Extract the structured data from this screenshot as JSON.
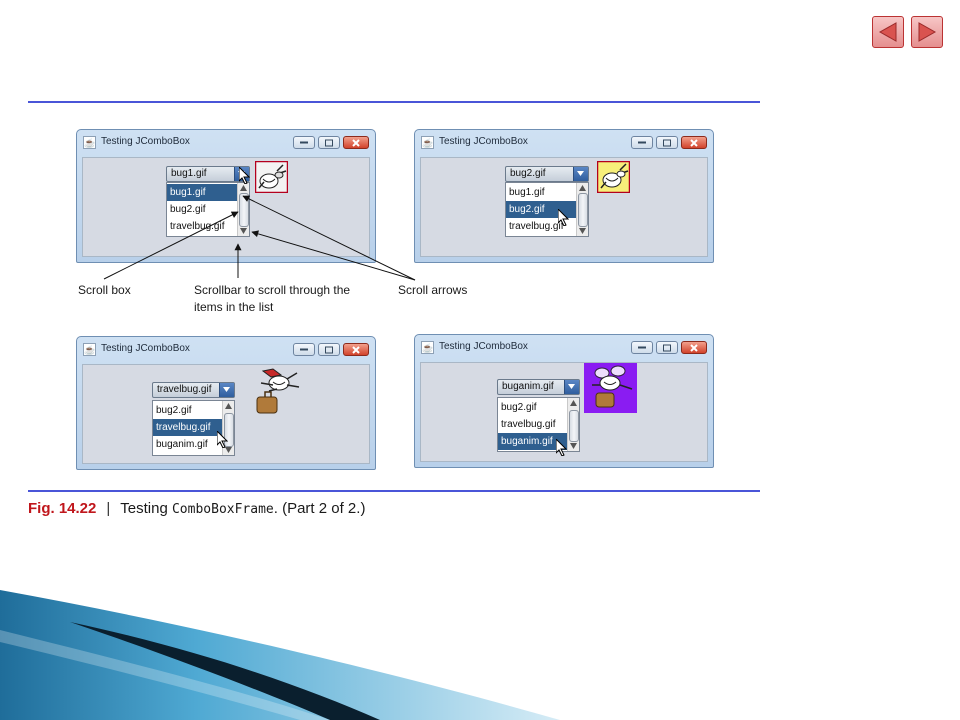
{
  "nav": {
    "prev_icon": "triangle-left-icon",
    "next_icon": "triangle-right-icon",
    "color": "#e58f8f"
  },
  "windows": [
    {
      "title": "Testing JComboBox",
      "selected": "bug1.gif",
      "items": [
        "bug1.gif",
        "bug2.gif",
        "travelbug.gif"
      ],
      "highlighted": "bug1.gif",
      "image": "bug1-image"
    },
    {
      "title": "Testing JComboBox",
      "selected": "bug2.gif",
      "items": [
        "bug1.gif",
        "bug2.gif",
        "travelbug.gif"
      ],
      "highlighted": "bug2.gif",
      "image": "bug2-image"
    },
    {
      "title": "Testing JComboBox",
      "selected": "travelbug.gif",
      "items": [
        "bug2.gif",
        "travelbug.gif",
        "buganim.gif"
      ],
      "highlighted": "travelbug.gif",
      "image": "travelbug-image"
    },
    {
      "title": "Testing JComboBox",
      "selected": "buganim.gif",
      "items": [
        "bug2.gif",
        "travelbug.gif",
        "buganim.gif"
      ],
      "highlighted": "buganim.gif",
      "image": "buganim-image"
    }
  ],
  "callouts": {
    "scroll_box": "Scroll box",
    "scrollbar_line1": "Scrollbar to scroll through the",
    "scrollbar_line2": "items in the list",
    "scroll_arrows": "Scroll arrows"
  },
  "caption": {
    "figure": "Fig. 14.22",
    "separator": "|",
    "text_before": "Testing ",
    "code": "ComboBoxFrame",
    "text_after": ". (Part 2 of 2.)"
  },
  "colors": {
    "rule": "#4a55d8",
    "figure_label": "#c0161c",
    "list_selection": "#2f5f8f",
    "buganim_background": "#8a1cf2"
  }
}
